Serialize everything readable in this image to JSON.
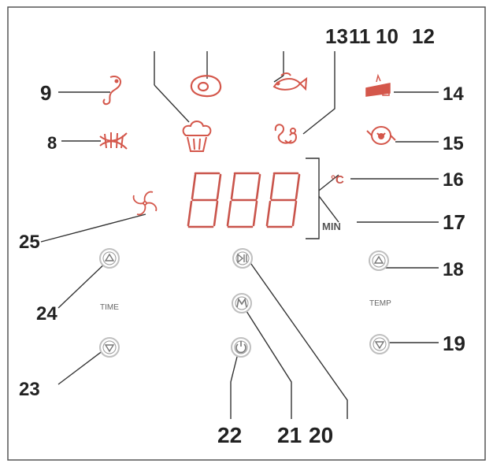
{
  "colors": {
    "frame": "#555555",
    "leader": "#333333",
    "icon": "#d4574b",
    "segment": "#c9544b",
    "button": "#bfbfbf",
    "text": "#222222"
  },
  "display": {
    "digits": "888",
    "unit_label": "MIN",
    "temp_symbol": "°C"
  },
  "labels": {
    "time": "TIME",
    "temp": "TEMP"
  },
  "callouts": {
    "n8": "8",
    "n9": "9",
    "n13": "13",
    "n11": "11",
    "n10": "10",
    "n12": "12",
    "n14": "14",
    "n15": "15",
    "n16": "16",
    "n17": "17",
    "n18": "18",
    "n19": "19",
    "n20": "20",
    "n21": "21",
    "n22": "22",
    "n23": "23",
    "n24": "24",
    "n25": "25"
  },
  "icons": {
    "shrimp": "shrimp-icon",
    "steak": "steak-icon",
    "fish": "fish-icon",
    "cake": "cake-icon",
    "fries": "fries-icon",
    "muffin": "muffin-icon",
    "seafood": "seafood-icon",
    "roast": "roast-icon",
    "fan": "fan-icon",
    "time_up": "arrow-up-icon",
    "time_down": "arrow-down-icon",
    "temp_up": "arrow-up-icon",
    "temp_down": "arrow-down-icon",
    "play_pause": "play-pause-icon",
    "menu": "menu-icon",
    "power": "power-icon"
  }
}
